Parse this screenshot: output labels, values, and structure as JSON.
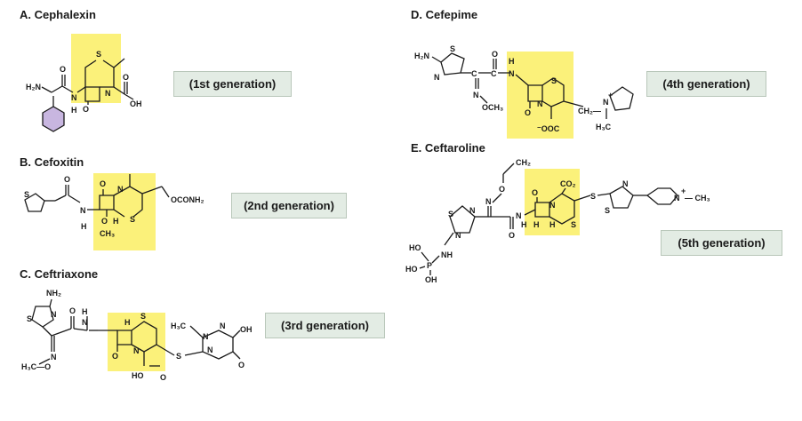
{
  "panels": {
    "a": {
      "title": "A. Cephalexin",
      "generation": "(1st generation)"
    },
    "b": {
      "title": "B. Cefoxitin",
      "generation": "(2nd generation)"
    },
    "c": {
      "title": "C. Ceftriaxone",
      "generation": "(3rd generation)"
    },
    "d": {
      "title": "D. Cefepime",
      "generation": "(4th generation)"
    },
    "e": {
      "title": "E. Ceftaroline",
      "generation": "(5th generation)"
    }
  },
  "colors": {
    "core_highlight": "#fbf17a",
    "label_box": "#e3ece4",
    "phenyl": "#c8b6e0"
  }
}
